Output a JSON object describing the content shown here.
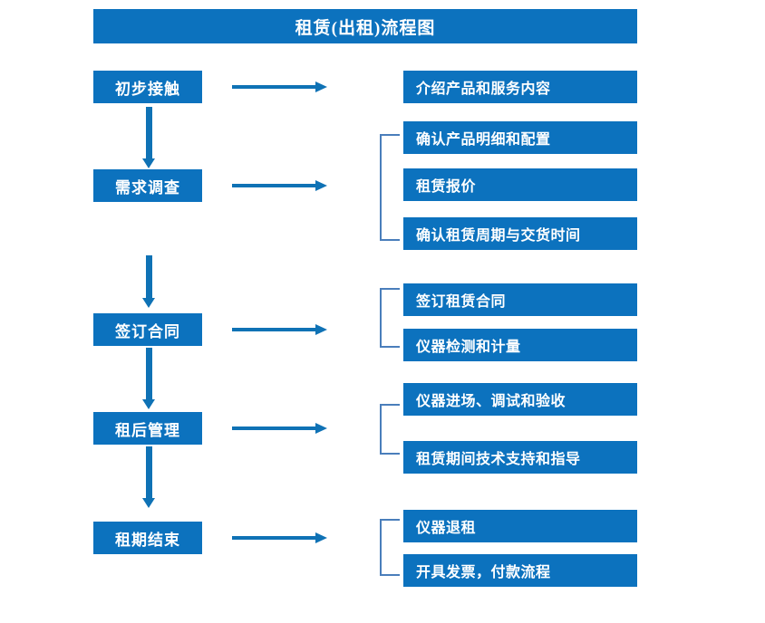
{
  "title": "租赁(出租)流程图",
  "colors": {
    "box_blue": "#0C72BE",
    "arrow_blue": "#0F72B5",
    "bracket_blue": "#4A7EBB",
    "text_white": "#FFFFFF",
    "background": "#FFFFFF"
  },
  "stages": [
    {
      "label": "初步接触"
    },
    {
      "label": "需求调查"
    },
    {
      "label": "签订合同"
    },
    {
      "label": "租后管理"
    },
    {
      "label": "租期结束"
    }
  ],
  "details": [
    {
      "label": "介绍产品和服务内容"
    },
    {
      "label": "确认产品明细和配置"
    },
    {
      "label": "租赁报价"
    },
    {
      "label": "确认租赁周期与交货时间"
    },
    {
      "label": "签订租赁合同"
    },
    {
      "label": "仪器检测和计量"
    },
    {
      "label": "仪器进场、调试和验收"
    },
    {
      "label": "租赁期间技术支持和指导"
    },
    {
      "label": "仪器退租"
    },
    {
      "label": "开具发票，付款流程"
    }
  ],
  "groups": [
    {
      "stage": "需求调查",
      "members": [
        "确认产品明细和配置",
        "租赁报价",
        "确认租赁周期与交货时间"
      ]
    },
    {
      "stage": "签订合同",
      "members": [
        "签订租赁合同",
        "仪器检测和计量"
      ]
    },
    {
      "stage": "租后管理",
      "members": [
        "仪器进场、调试和验收",
        "租赁期间技术支持和指导"
      ]
    },
    {
      "stage": "租期结束",
      "members": [
        "仪器退租",
        "开具发票，付款流程"
      ]
    }
  ],
  "flow_order": [
    "初步接触",
    "需求调查",
    "签订合同",
    "租后管理",
    "租期结束"
  ]
}
